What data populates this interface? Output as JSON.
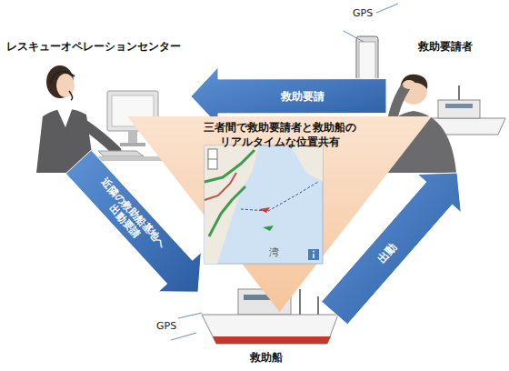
{
  "diagram": {
    "nodes": [
      {
        "text": [
          "レスキューオペレーションセンター"
        ]
      },
      {
        "text": [
          "救助要請者"
        ]
      },
      {
        "text": [
          "三者間で救助要請者と救助船の リアルタイムな位置共有"
        ]
      },
      {
        "text": [
          "救助船"
        ]
      }
    ],
    "edges": [
      {
        "from": 1,
        "to": 0,
        "arrow": "to",
        "label": "救助要請"
      },
      {
        "from": 0,
        "to": 3,
        "arrow": "to",
        "label": "近隣の救助船基地へ 出動要請"
      },
      {
        "from": 3,
        "to": 1,
        "arrow": "to",
        "label": "出動"
      }
    ],
    "labels": [
      "GPS",
      "GPS",
      "湾"
    ]
  }
}
